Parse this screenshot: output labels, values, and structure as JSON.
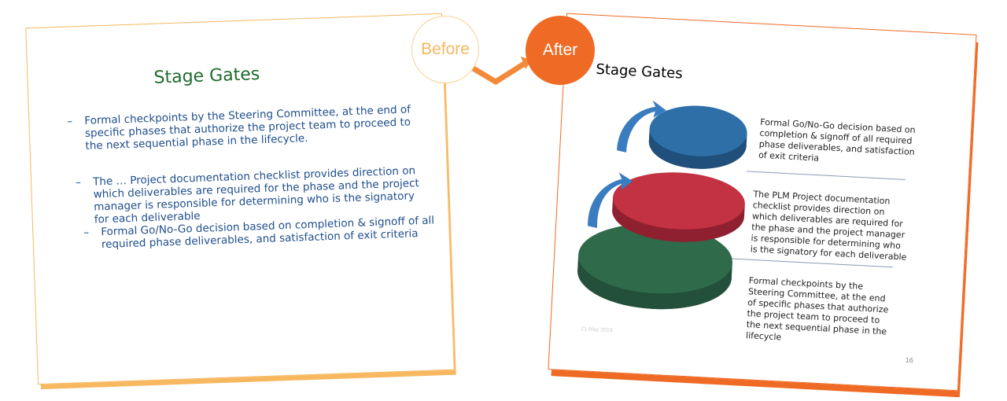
{
  "badges": {
    "before": "Before",
    "after": "After"
  },
  "before_slide": {
    "title": "Stage Gates",
    "bullets": [
      {
        "dash": "–",
        "text": "Formal checkpoints by the Steering Committee,  at the end of specific phases that authorize the project team to proceed to the next sequential phase in the lifecycle."
      },
      {
        "dash": "–",
        "text": "The … Project documentation checklist provides direction on which deliverables are required for the phase and the project manager is responsible for determining who is the signatory for each deliverable"
      },
      {
        "dash": "–",
        "text": "Formal Go/No-Go decision based on completion & signoff of all required phase deliverables, and satisfaction of exit criteria"
      }
    ]
  },
  "after_slide": {
    "title": "Stage Gates",
    "descriptions": [
      "Formal Go/No-Go decision based on completion & signoff of all required phase deliverables, and satisfaction of exit criteria",
      "The PLM Project documentation checklist provides direction on which deliverables are required for the phase and the project manager is responsible for determining who is the signatory for each deliverable",
      "Formal checkpoints by the Steering Committee, at the end of specific phases that authorize the project team to proceed to the next sequential phase in the lifecycle"
    ],
    "date": "21 May 2019",
    "page_number": "16"
  },
  "colors": {
    "before_accent": "#f7b860",
    "after_accent": "#ef6a24",
    "disc_top": "#2f6fa8",
    "disc_middle": "#c23242",
    "disc_bottom": "#2f6b4b",
    "before_title": "#1e6b2e",
    "before_text": "#1f4e8c"
  }
}
